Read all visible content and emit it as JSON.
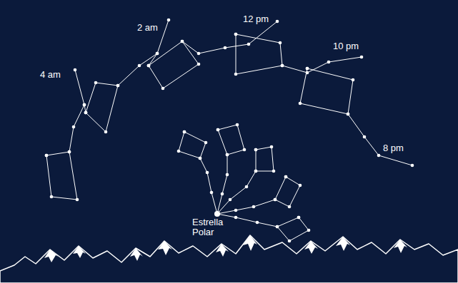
{
  "diagram": {
    "labels": [
      "12 pm",
      "2 am",
      "10 pm",
      "4 am",
      "8 pm",
      "Estrella Polar"
    ]
  }
}
